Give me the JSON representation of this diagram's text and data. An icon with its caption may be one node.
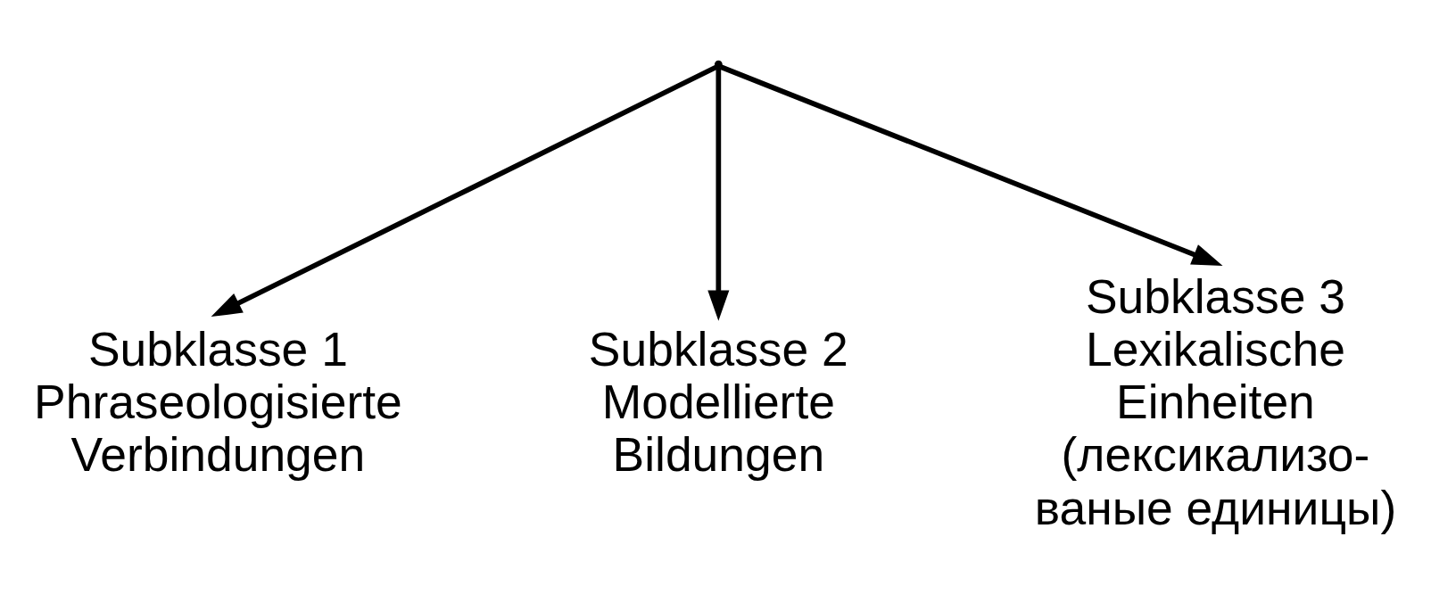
{
  "diagram": {
    "nodes": [
      {
        "text": [],
        "shape": "point"
      },
      {
        "text": [
          "Subklasse 1",
          "Phraseologisierte Verbindungen"
        ]
      },
      {
        "text": [
          "Subklasse 2",
          "Modellierte Bildungen"
        ]
      },
      {
        "text": [
          "Subklasse 3",
          "Lexikalische Einheiten (лексикализо- ваные единицы)"
        ]
      }
    ],
    "edges": [
      {
        "from": 0,
        "to": 1,
        "arrow": "to"
      },
      {
        "from": 0,
        "to": 2,
        "arrow": "to"
      },
      {
        "from": 0,
        "to": 3,
        "arrow": "to"
      }
    ]
  }
}
